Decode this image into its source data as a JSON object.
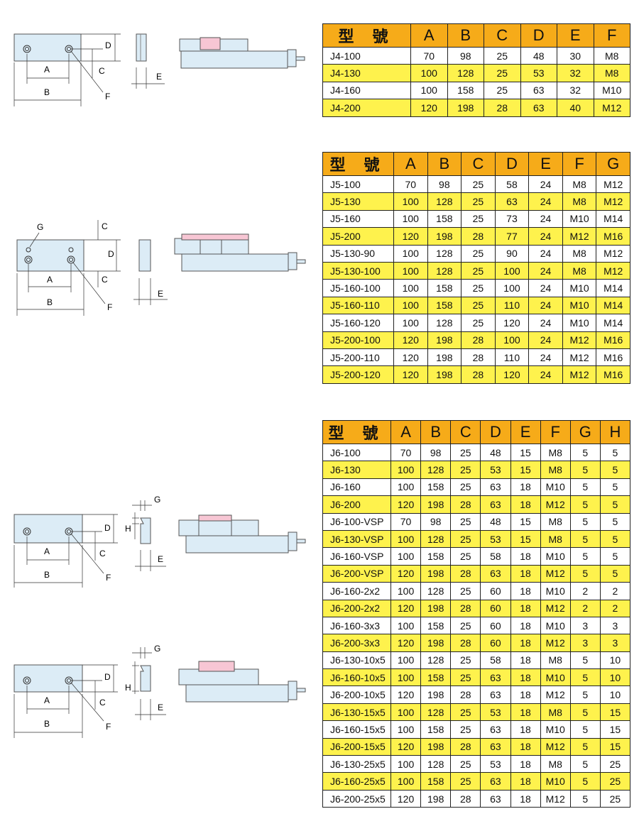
{
  "labels": {
    "A": "A",
    "B": "B",
    "C": "C",
    "D": "D",
    "E": "E",
    "F": "F",
    "G": "G",
    "H": "H"
  },
  "tables": [
    {
      "header": [
        "型 號",
        "A",
        "B",
        "C",
        "D",
        "E",
        "F"
      ],
      "rows": [
        [
          "J4-100",
          "70",
          "98",
          "25",
          "48",
          "30",
          "M8"
        ],
        [
          "J4-130",
          "100",
          "128",
          "25",
          "53",
          "32",
          "M8"
        ],
        [
          "J4-160",
          "100",
          "158",
          "25",
          "63",
          "32",
          "M10"
        ],
        [
          "J4-200",
          "120",
          "198",
          "28",
          "63",
          "40",
          "M12"
        ]
      ]
    },
    {
      "header": [
        "型 號",
        "A",
        "B",
        "C",
        "D",
        "E",
        "F",
        "G"
      ],
      "rows": [
        [
          "J5-100",
          "70",
          "98",
          "25",
          "58",
          "24",
          "M8",
          "M12"
        ],
        [
          "J5-130",
          "100",
          "128",
          "25",
          "63",
          "24",
          "M8",
          "M12"
        ],
        [
          "J5-160",
          "100",
          "158",
          "25",
          "73",
          "24",
          "M10",
          "M14"
        ],
        [
          "J5-200",
          "120",
          "198",
          "28",
          "77",
          "24",
          "M12",
          "M16"
        ],
        [
          "J5-130-90",
          "100",
          "128",
          "25",
          "90",
          "24",
          "M8",
          "M12"
        ],
        [
          "J5-130-100",
          "100",
          "128",
          "25",
          "100",
          "24",
          "M8",
          "M12"
        ],
        [
          "J5-160-100",
          "100",
          "158",
          "25",
          "100",
          "24",
          "M10",
          "M14"
        ],
        [
          "J5-160-110",
          "100",
          "158",
          "25",
          "110",
          "24",
          "M10",
          "M14"
        ],
        [
          "J5-160-120",
          "100",
          "128",
          "25",
          "120",
          "24",
          "M10",
          "M14"
        ],
        [
          "J5-200-100",
          "120",
          "198",
          "28",
          "100",
          "24",
          "M12",
          "M16"
        ],
        [
          "J5-200-110",
          "120",
          "198",
          "28",
          "110",
          "24",
          "M12",
          "M16"
        ],
        [
          "J5-200-120",
          "120",
          "198",
          "28",
          "120",
          "24",
          "M12",
          "M16"
        ]
      ]
    },
    {
      "header": [
        "型 號",
        "A",
        "B",
        "C",
        "D",
        "E",
        "F",
        "G",
        "H"
      ],
      "rows": [
        [
          "J6-100",
          "70",
          "98",
          "25",
          "48",
          "15",
          "M8",
          "5",
          "5"
        ],
        [
          "J6-130",
          "100",
          "128",
          "25",
          "53",
          "15",
          "M8",
          "5",
          "5"
        ],
        [
          "J6-160",
          "100",
          "158",
          "25",
          "63",
          "18",
          "M10",
          "5",
          "5"
        ],
        [
          "J6-200",
          "120",
          "198",
          "28",
          "63",
          "18",
          "M12",
          "5",
          "5"
        ],
        [
          "J6-100-VSP",
          "70",
          "98",
          "25",
          "48",
          "15",
          "M8",
          "5",
          "5"
        ],
        [
          "J6-130-VSP",
          "100",
          "128",
          "25",
          "53",
          "15",
          "M8",
          "5",
          "5"
        ],
        [
          "J6-160-VSP",
          "100",
          "158",
          "25",
          "58",
          "18",
          "M10",
          "5",
          "5"
        ],
        [
          "J6-200-VSP",
          "120",
          "198",
          "28",
          "63",
          "18",
          "M12",
          "5",
          "5"
        ],
        [
          "J6-160-2x2",
          "100",
          "128",
          "25",
          "60",
          "18",
          "M10",
          "2",
          "2"
        ],
        [
          "J6-200-2x2",
          "120",
          "198",
          "28",
          "60",
          "18",
          "M12",
          "2",
          "2"
        ],
        [
          "J6-160-3x3",
          "100",
          "158",
          "25",
          "60",
          "18",
          "M10",
          "3",
          "3"
        ],
        [
          "J6-200-3x3",
          "120",
          "198",
          "28",
          "60",
          "18",
          "M12",
          "3",
          "3"
        ],
        [
          "J6-130-10x5",
          "100",
          "128",
          "25",
          "58",
          "18",
          "M8",
          "5",
          "10"
        ],
        [
          "J6-160-10x5",
          "100",
          "158",
          "25",
          "63",
          "18",
          "M10",
          "5",
          "10"
        ],
        [
          "J6-200-10x5",
          "120",
          "198",
          "28",
          "63",
          "18",
          "M12",
          "5",
          "10"
        ],
        [
          "J6-130-15x5",
          "100",
          "128",
          "25",
          "53",
          "18",
          "M8",
          "5",
          "15"
        ],
        [
          "J6-160-15x5",
          "100",
          "158",
          "25",
          "63",
          "18",
          "M10",
          "5",
          "15"
        ],
        [
          "J6-200-15x5",
          "120",
          "198",
          "28",
          "63",
          "18",
          "M12",
          "5",
          "15"
        ],
        [
          "J6-130-25x5",
          "100",
          "128",
          "25",
          "53",
          "18",
          "M8",
          "5",
          "25"
        ],
        [
          "J6-160-25x5",
          "100",
          "158",
          "25",
          "63",
          "18",
          "M10",
          "5",
          "25"
        ],
        [
          "J6-200-25x5",
          "120",
          "198",
          "28",
          "63",
          "18",
          "M12",
          "5",
          "25"
        ]
      ]
    }
  ],
  "colors": {
    "header": "#f6ab19",
    "highlight": "#fef24d",
    "part_fill": "#dcecf6",
    "pink": "#f7c6d4"
  }
}
